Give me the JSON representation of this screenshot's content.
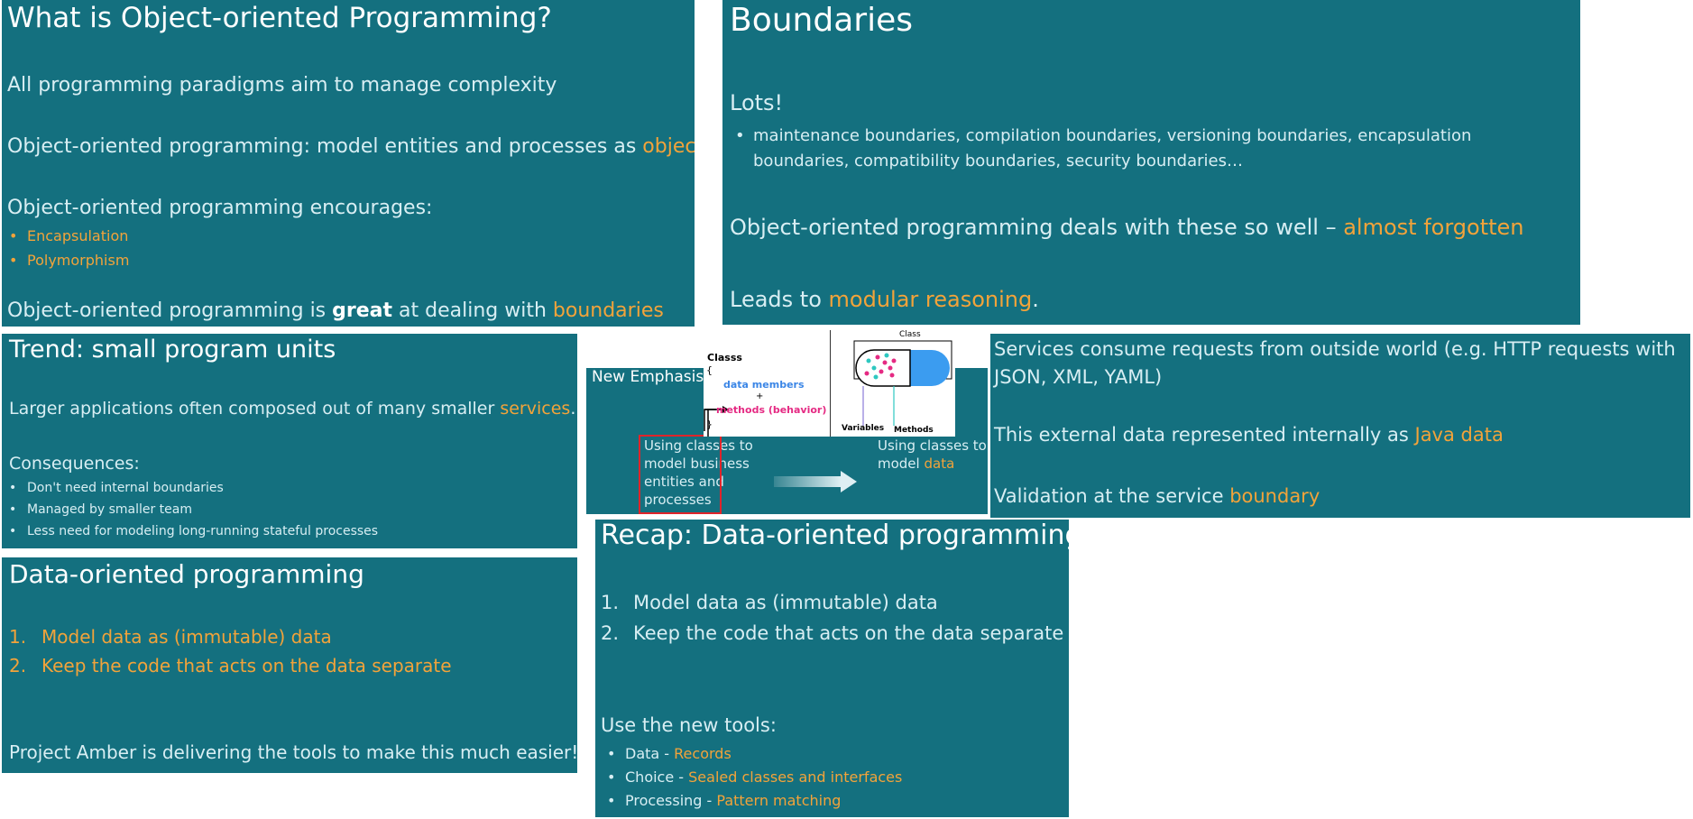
{
  "s1": {
    "title": "What is Object-oriented Programming?",
    "line1": "All programming paradigms aim to manage complexity",
    "line2_pre": "Object-oriented programming: model entities and processes as ",
    "line2_hl": "objects",
    "line3": "Object-oriented programming encourages:",
    "bullets": [
      "Encapsulation",
      "Polymorphism"
    ],
    "line4_pre": "Object-oriented programming is ",
    "line4_bold": "great",
    "line4_mid": " at dealing with ",
    "line4_hl": "boundaries"
  },
  "s2": {
    "title": "Boundaries",
    "lots": "Lots!",
    "bullet_l1": "maintenance boundaries, compilation boundaries, versioning boundaries, encapsulation",
    "bullet_l2": "boundaries, compatibility boundaries, security boundaries…",
    "line_pre": "Object-oriented programming deals with these so well – ",
    "line_hl": "almost forgotten",
    "leads_pre": "Leads to ",
    "leads_hl": "modular reasoning",
    "leads_post": "."
  },
  "s3": {
    "title": "Trend: small program units",
    "line1_pre": "Larger applications often composed out of many smaller ",
    "line1_hl": "services",
    "line1_post": ".",
    "cons": "Consequences:",
    "bullets": [
      "Don't need internal boundaries",
      "Managed by smaller team",
      "Less need for modeling long-running stateful processes"
    ]
  },
  "s4": {
    "title": "Data-oriented programming",
    "items": [
      "Model data as (immutable) data",
      "Keep the code that acts on the data separate"
    ],
    "footer": "Project Amber is delivering the tools to make this much easier!"
  },
  "s5": {
    "title": "New Emphasis",
    "left_text_l1": "Using classes to",
    "left_text_l2": "model business",
    "left_text_l3": "entities and",
    "left_text_l4": "processes",
    "right_text_l1": "Using classes to",
    "right_text_pre": "model ",
    "right_text_hl": "data",
    "diag1": {
      "classs": "Classs",
      "brace_open": "{",
      "members": "data members",
      "plus": "+",
      "methods": "methods (behavior)",
      "brace_close": "}"
    },
    "diag2": {
      "class": "Class",
      "variables": "Variables",
      "methods": "Methods"
    }
  },
  "s6": {
    "line1_l1": "Services consume requests from outside world (e.g. HTTP requests with",
    "line1_l2": "JSON, XML, YAML)",
    "line2_pre": "This external data represented internally as ",
    "line2_hl": "Java data",
    "line3_pre": "Validation at the service ",
    "line3_hl": "boundary"
  },
  "s7": {
    "title": "Recap: Data-oriented programming",
    "items": [
      "Model data as (immutable) data",
      "Keep the code that acts on the data separate"
    ],
    "tools": "Use the new tools:",
    "t1_pre": "Data - ",
    "t1_hl": "Records",
    "t2_pre": "Choice - ",
    "t2_hl": "Sealed classes and interfaces",
    "t3_pre": "Processing - ",
    "t3_hl": "Pattern matching"
  },
  "colors": {
    "slide_bg": "#14707f",
    "accent": "#f2a33a",
    "text": "#d8eef3"
  }
}
